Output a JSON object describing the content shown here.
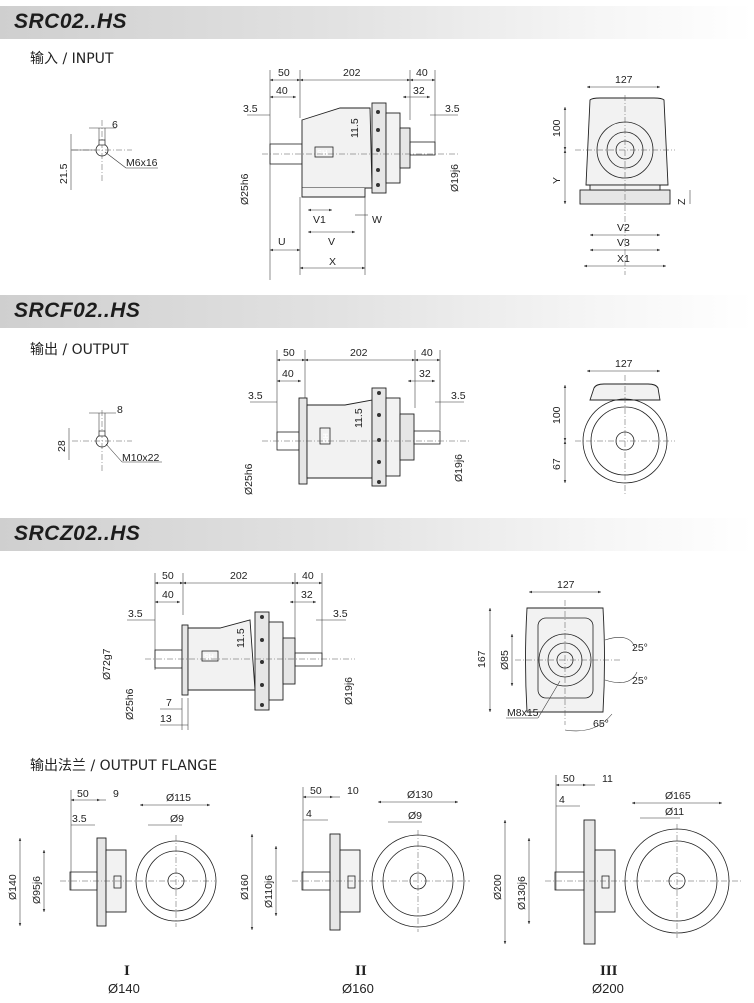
{
  "sections": [
    {
      "title": "SRC02..HS",
      "subtitle": "输入 / INPUT"
    },
    {
      "title": "SRCF02..HS",
      "subtitle": "输出 / OUTPUT"
    },
    {
      "title": "SRCZ02..HS",
      "subtitle": ""
    }
  ],
  "flange_heading": "输出法兰 / OUTPUT FLANGE",
  "src": {
    "shaft_detail": {
      "key": "6",
      "height": "21.5",
      "thread": "M6x16"
    },
    "side": {
      "d50": "50",
      "d40a": "40",
      "d202": "202",
      "d40b": "40",
      "d32": "32",
      "d35a": "3.5",
      "d35b": "3.5",
      "d115": "11.5",
      "shaft_in": "Ø25h6",
      "shaft_out": "Ø19j6",
      "v1": "V1",
      "v": "V",
      "w": "W",
      "u": "U",
      "x": "X"
    },
    "front": {
      "d127": "127",
      "d100": "100",
      "y": "Y",
      "z": "Z",
      "v2": "V2",
      "v3": "V3",
      "x1": "X1"
    }
  },
  "srcf": {
    "shaft_detail": {
      "key": "8",
      "height": "28",
      "thread": "M10x22"
    },
    "side": {
      "d50": "50",
      "d40a": "40",
      "d202": "202",
      "d40b": "40",
      "d32": "32",
      "d35a": "3.5",
      "d35b": "3.5",
      "d115": "11.5",
      "shaft_in": "Ø25h6",
      "shaft_out": "Ø19j6"
    },
    "front": {
      "d127": "127",
      "d100": "100",
      "d67": "67"
    }
  },
  "srcz": {
    "side": {
      "d50": "50",
      "d40a": "40",
      "d202": "202",
      "d40b": "40",
      "d32": "32",
      "d35a": "3.5",
      "d35b": "3.5",
      "d115": "11.5",
      "pilot": "Ø72g7",
      "shaft_in": "Ø25h6",
      "shaft_out": "Ø19j6",
      "d7": "7",
      "d13": "13"
    },
    "front": {
      "d127": "127",
      "d167": "167",
      "d85": "Ø85",
      "a1": "25°",
      "a2": "25°",
      "a3": "65°",
      "thread": "M8x15"
    }
  },
  "flanges": [
    {
      "roman": "I",
      "size": "Ø140",
      "d50": "50",
      "d_t": "9",
      "d_35": "3.5",
      "outer": "Ø140",
      "pilot": "Ø95j6",
      "pcd": "Ø115",
      "hole": "Ø9"
    },
    {
      "roman": "II",
      "size": "Ø160",
      "d50": "50",
      "d_t": "10",
      "d_35": "4",
      "outer": "Ø160",
      "pilot": "Ø110j6",
      "pcd": "Ø130",
      "hole": "Ø9"
    },
    {
      "roman": "III",
      "size": "Ø200",
      "d50": "50",
      "d_t": "11",
      "d_35": "4",
      "outer": "Ø200",
      "pilot": "Ø130j6",
      "pcd": "Ø165",
      "hole": "Ø11"
    }
  ]
}
